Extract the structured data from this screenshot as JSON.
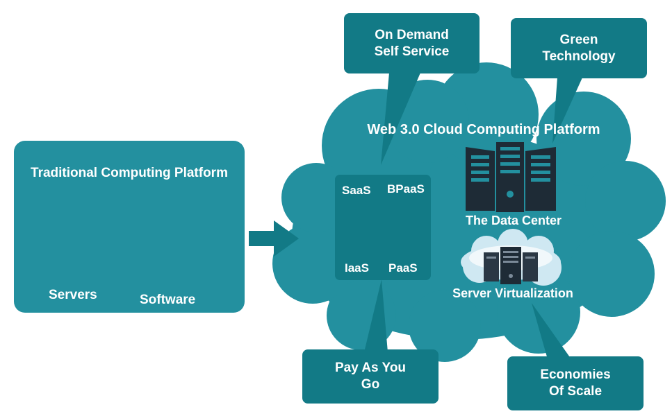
{
  "traditional": {
    "title": "Traditional Computing Platform",
    "servers_label": "Servers",
    "software_label": "Software"
  },
  "cloud": {
    "title": "Web 3.0 Cloud Computing Platform",
    "services": {
      "saas": "SaaS",
      "bpaas": "BPaaS",
      "iaas": "IaaS",
      "paas": "PaaS"
    },
    "data_center_label": "The Data Center",
    "virtualization_label": "Server Virtualization"
  },
  "callouts": {
    "on_demand": "On Demand\nSelf Service",
    "green": "Green\nTechnology",
    "pay_as_you_go": "Pay As You\nGo",
    "economies": "Economies\nOf Scale"
  },
  "colors": {
    "primary": "#23909f",
    "dark": "#127a86",
    "server_dark": "#1e2b36",
    "white": "#ffffff"
  },
  "icons": [
    "server-icon",
    "software-disc-icon",
    "disc-icon",
    "data-center-server-icon",
    "virtualization-cloud-icon",
    "arrow-right-icon"
  ]
}
